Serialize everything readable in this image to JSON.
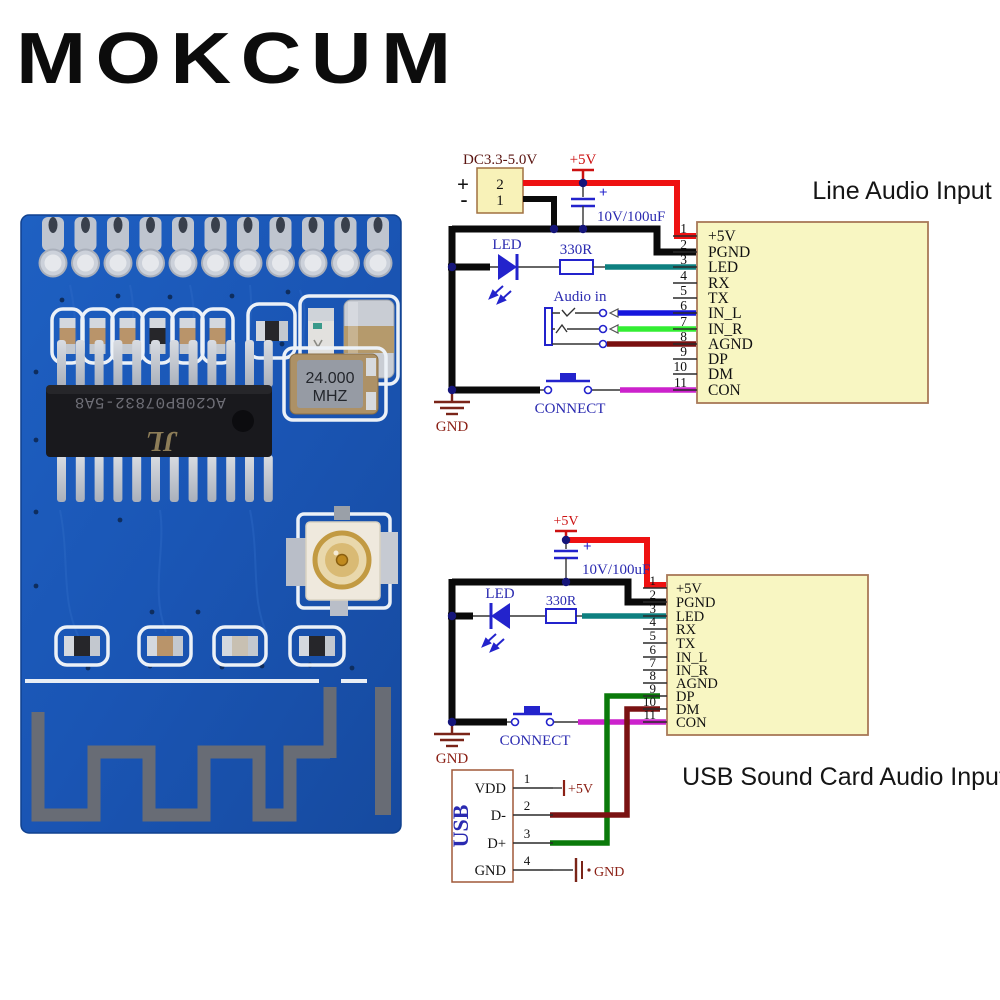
{
  "brand": {
    "logo_text": "MOKCUM"
  },
  "pcb": {
    "chip_marking": "AC20BP07832-5A8",
    "chip_logo": "JL",
    "crystal_freq": "24.000",
    "crystal_unit": "MHZ"
  },
  "colors": {
    "board_blue": "#1a55b4",
    "wire_red": "#ee1111",
    "wire_black": "#0a0a0a",
    "wire_teal": "#0e8080",
    "wire_blue": "#1515dd",
    "wire_green": "#33ee33",
    "wire_darkred": "#7a1010",
    "wire_magenta": "#cc22cc",
    "wire_dp_green": "#0a7a0a",
    "symbol_blue": "#2323cc",
    "label_blue": "#2a2ab0",
    "label_darkred": "#8b2015",
    "module_fill": "#f8f6c2",
    "module_border": "#a87858"
  },
  "schematic_top": {
    "title": "Line Audio Input",
    "dc_label": "DC3.3-5.0V",
    "dc_plus": "+",
    "dc_minus": "-",
    "dc_pin_top": "2",
    "dc_pin_bottom": "1",
    "rail_label": "+5V",
    "cap_plus": "+",
    "cap_label": "10V/100uF",
    "led_label": "LED",
    "resistor_label": "330R",
    "audio_label": "Audio in",
    "connect_label": "CONNECT",
    "gnd_label": "GND",
    "pins": [
      {
        "num": "1",
        "label": "+5V"
      },
      {
        "num": "2",
        "label": "PGND"
      },
      {
        "num": "3",
        "label": "LED"
      },
      {
        "num": "4",
        "label": "RX"
      },
      {
        "num": "5",
        "label": "TX"
      },
      {
        "num": "6",
        "label": "IN_L"
      },
      {
        "num": "7",
        "label": "IN_R"
      },
      {
        "num": "8",
        "label": "AGND"
      },
      {
        "num": "9",
        "label": "DP"
      },
      {
        "num": "10",
        "label": "DM"
      },
      {
        "num": "11",
        "label": "CON"
      }
    ]
  },
  "schematic_bottom": {
    "title": "USB Sound Card Audio Input",
    "rail_label": "+5V",
    "cap_plus": "+",
    "cap_label": "10V/100uF",
    "led_label": "LED",
    "resistor_label": "330R",
    "connect_label": "CONNECT",
    "gnd_label": "GND",
    "pins": [
      {
        "num": "1",
        "label": "+5V"
      },
      {
        "num": "2",
        "label": "PGND"
      },
      {
        "num": "3",
        "label": "LED"
      },
      {
        "num": "4",
        "label": "RX"
      },
      {
        "num": "5",
        "label": "TX"
      },
      {
        "num": "6",
        "label": "IN_L"
      },
      {
        "num": "7",
        "label": "IN_R"
      },
      {
        "num": "8",
        "label": "AGND"
      },
      {
        "num": "9",
        "label": "DP"
      },
      {
        "num": "10",
        "label": "DM"
      },
      {
        "num": "11",
        "label": "CON"
      }
    ],
    "usb_label": "USB",
    "usb_pins": [
      {
        "num": "1",
        "label": "VDD"
      },
      {
        "num": "2",
        "label": "D-"
      },
      {
        "num": "3",
        "label": "D+"
      },
      {
        "num": "4",
        "label": "GND"
      }
    ],
    "usb_vdd_net": "+5V",
    "usb_gnd_net": "GND"
  }
}
